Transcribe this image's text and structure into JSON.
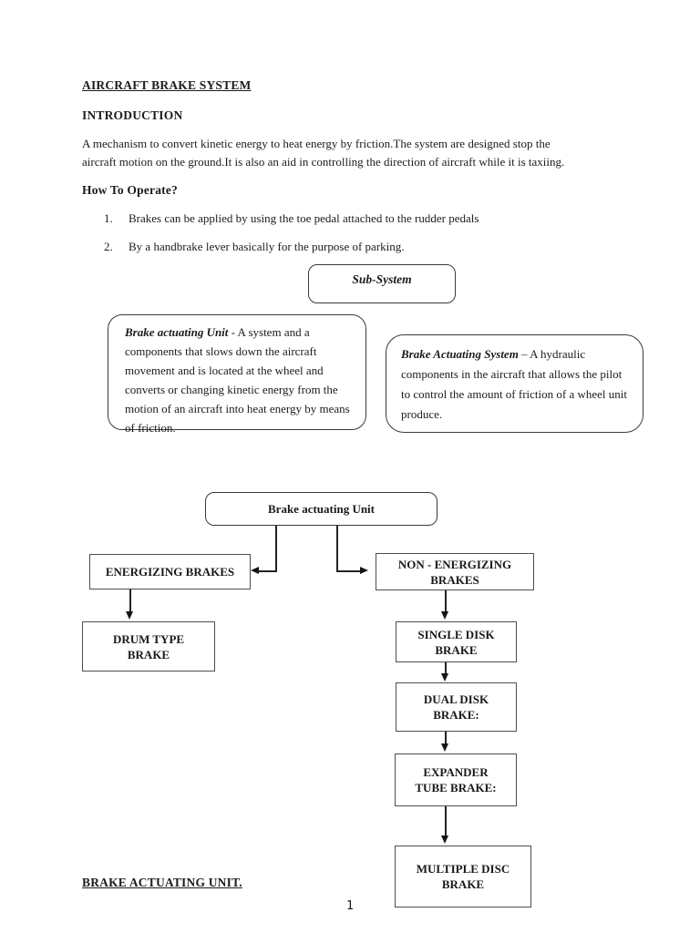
{
  "colors": {
    "ink": "#1c1c1c",
    "box_border": "#4d4d4d",
    "callout_border": "#3a3a3a"
  },
  "doc": {
    "title": "AIRCRAFT BRAKE SYSTEM",
    "intro_heading": "INTRODUCTION",
    "intro_lines": [
      "A mechanism to convert kinetic energy to heat energy by friction.The system are designed stop the",
      "aircraft motion on the ground.It is also an aid in controlling the direction of aircraft while it is taxiing."
    ],
    "how_to_heading": "How To Operate?",
    "steps": [
      {
        "num": "1.",
        "text": "Brakes can be applied by using the toe pedal attached to the rudder pedals"
      },
      {
        "num": "2.",
        "text": "By a handbrake lever basically for the purpose of parking."
      }
    ],
    "bottom_heading": "BRAKE ACTUATING UNIT.",
    "page_number": "1"
  },
  "subsystem": {
    "header_label": "Sub-System",
    "left_box": {
      "lead": "Brake actuating Unit",
      "body": " - A system and a components that slows down the aircraft movement and is located at the wheel and converts or changing kinetic energy from the motion of an aircraft into heat energy by means of friction."
    },
    "right_box": {
      "lead": "Brake Actuating System",
      "body": " – A hydraulic components in the aircraft that allows the pilot to control the amount of friction of a wheel unit produce."
    }
  },
  "diagram": {
    "root": "Brake actuating Unit",
    "energizing": "ENERGIZING BRAKES",
    "non_energizing": "NON - ENERGIZING\nBRAKES",
    "drum": "DRUM TYPE\nBRAKE",
    "single_disk": "SINGLE DISK\nBRAKE",
    "dual_disk": "DUAL DISK\nBRAKE:",
    "expander": "EXPANDER\nTUBE BRAKE:",
    "multiple_disc": "MULTIPLE DISC\nBRAKE"
  }
}
